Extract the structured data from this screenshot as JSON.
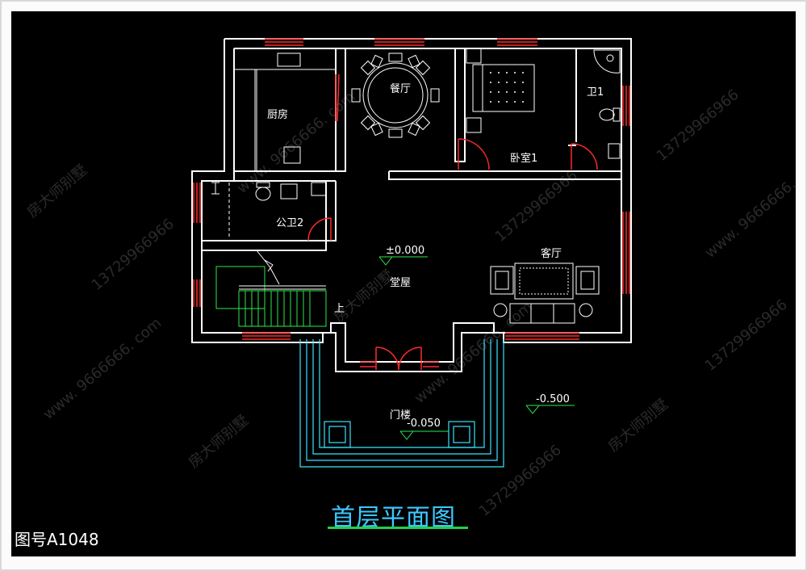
{
  "plan": {
    "title": "首层平面图",
    "drawing_number": "图号A1048",
    "rooms": {
      "kitchen": "厨房",
      "dining": "餐厅",
      "bedroom1": "卧室1",
      "bath1": "卫1",
      "public_bath2": "公卫2",
      "living": "客厅",
      "hall": "堂屋",
      "porch": "门楼",
      "stairs_up": "上"
    },
    "elevations": {
      "hall": "±0.000",
      "porch": "-0.050",
      "exterior": "-0.500"
    },
    "watermarks": [
      "房大师别墅",
      "13729966966",
      "www. 9666666. com"
    ]
  },
  "colors": {
    "background": "#000000",
    "wall": "#ffffff",
    "window": "#ff2a2a",
    "door": "#ff2a2a",
    "furniture": "#ffffff",
    "stair": "#2ee84a",
    "porch": "#39e3ff",
    "title": "#3cc8ff",
    "title_underline": "#22d04a"
  }
}
